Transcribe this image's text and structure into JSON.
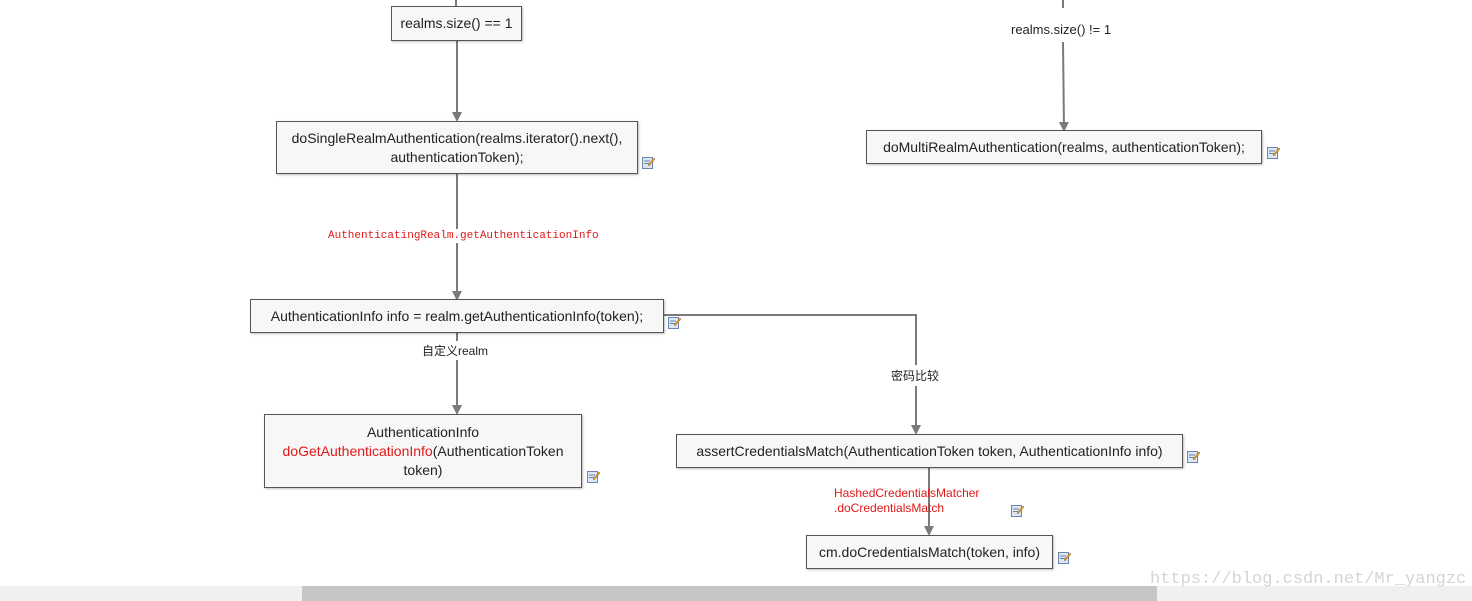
{
  "nodes": {
    "single_check": "realms.size() == 1",
    "single_auth_line1": "doSingleRealmAuthentication(realms.iterator().next(),",
    "single_auth_line2": "authenticationToken);",
    "multi_auth": "doMultiRealmAuthentication(realms, authenticationToken);",
    "get_info": "AuthenticationInfo info = realm.getAuthenticationInfo(token);",
    "do_get_line1": "AuthenticationInfo",
    "do_get_method": "doGetAuthenticationInfo",
    "do_get_params": "(AuthenticationToken",
    "do_get_line3": "token)",
    "assert_match": "assertCredentialsMatch(AuthenticationToken token, AuthenticationInfo info)",
    "cm_match": "cm.doCredentialsMatch(token, info)"
  },
  "labels": {
    "multi_condition": "realms.size() != 1",
    "realm_call": "AuthenticatingRealm.getAuthenticationInfo",
    "custom_realm": "自定义realm",
    "password_compare": "密码比较",
    "matcher_line1": "HashedCredentialsMatcher",
    "matcher_line2": ".doCredentialsMatch"
  },
  "colors": {
    "highlight": "#e01818",
    "edge": "#7a7a7a",
    "box_border": "#555555",
    "box_fill": "#f7f7f7"
  },
  "icons": {
    "note": "note-edit-icon"
  },
  "watermark": "https://blog.csdn.net/Mr_yangzc"
}
